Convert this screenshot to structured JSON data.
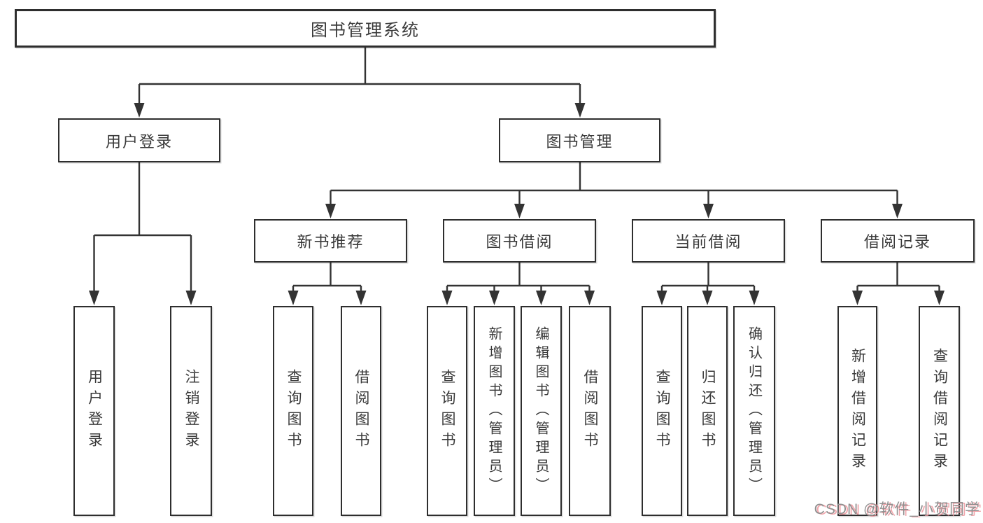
{
  "colors": {
    "line": "#333333",
    "box_border": "#2e2e2e",
    "box_fill": "#ffffff",
    "text": "#3a3a3a",
    "watermark_text": "#909090",
    "watermark_shadow": "#f09e9e"
  },
  "nodes": {
    "root": "图书管理系统",
    "user_login": "用户登录",
    "book_management": "图书管理",
    "new_book_recommend": "新书推荐",
    "book_borrow": "图书借阅",
    "current_borrow": "当前借阅",
    "borrow_records": "借阅记录",
    "leaves": {
      "user_login": [
        "用户登录",
        "注销登录"
      ],
      "new_book_recommend": [
        "查询图书",
        "借阅图书"
      ],
      "book_borrow": [
        "查询图书",
        "新增图书（管理员）",
        "编辑图书（管理员）",
        "借阅图书"
      ],
      "current_borrow": [
        "查询图书",
        "归还图书",
        "确认归还（管理员）"
      ],
      "borrow_records": [
        "新增借阅记录",
        "查询借阅记录"
      ]
    }
  },
  "watermark": "CSDN @软件_小贺同学"
}
